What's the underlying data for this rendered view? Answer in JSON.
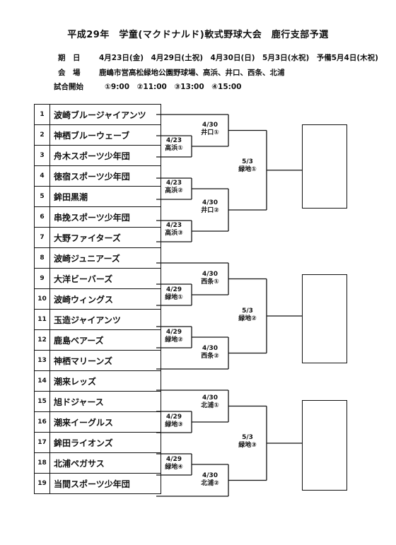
{
  "header": {
    "title": "平成29年　学童(マクドナルド)軟式野球大会　鹿行支部予選",
    "schedule_label": "期　日",
    "schedule_value": "4月23日(金)　4月29日(土祝)　4月30日(日)　5月3日(水祝)　予備5月4日(木祝)",
    "venue_label": "会　場",
    "venue_value": "鹿嶋市営高松緑地公園野球場、高浜、井口、西条、北浦",
    "start_label": "試合開始",
    "start_value": "①9:00　②11:00　③13:00　④15:00"
  },
  "teams": [
    {
      "no": "1",
      "name": "波崎ブルージャイアンツ"
    },
    {
      "no": "2",
      "name": "神栖ブルーウェーブ"
    },
    {
      "no": "3",
      "name": "舟木スポーツ少年団"
    },
    {
      "no": "4",
      "name": "徳宿スポーツ少年団"
    },
    {
      "no": "5",
      "name": "鉾田黒潮"
    },
    {
      "no": "6",
      "name": "串挽スポーツ少年団"
    },
    {
      "no": "7",
      "name": "大野ファイターズ"
    },
    {
      "no": "8",
      "name": "波崎ジュニアーズ"
    },
    {
      "no": "9",
      "name": "大洋ビーバーズ"
    },
    {
      "no": "10",
      "name": "波崎ウィングス"
    },
    {
      "no": "11",
      "name": "玉造ジャイアンツ"
    },
    {
      "no": "12",
      "name": "鹿島ベアーズ"
    },
    {
      "no": "13",
      "name": "神栖マリーンズ"
    },
    {
      "no": "14",
      "name": "潮来レッズ"
    },
    {
      "no": "15",
      "name": "旭ドジャース"
    },
    {
      "no": "16",
      "name": "潮来イーグルス"
    },
    {
      "no": "17",
      "name": "鉾田ライオンズ"
    },
    {
      "no": "18",
      "name": "北浦ペガサス"
    },
    {
      "no": "19",
      "name": "当間スポーツ少年団"
    }
  ],
  "matches": {
    "r1_23": {
      "date": "4/23",
      "place": "高浜①"
    },
    "r1_45": {
      "date": "4/23",
      "place": "高浜②"
    },
    "r1_67": {
      "date": "4/23",
      "place": "高浜③"
    },
    "r1_910": {
      "date": "4/29",
      "place": "緑地①"
    },
    "r1_1112": {
      "date": "4/29",
      "place": "緑地②"
    },
    "r1_1516": {
      "date": "4/29",
      "place": "緑地③"
    },
    "r1_1718": {
      "date": "4/29",
      "place": "緑地④"
    },
    "r2_a": {
      "date": "4/30",
      "place": "井口①"
    },
    "r2_b": {
      "date": "4/30",
      "place": "井口②"
    },
    "r2_c": {
      "date": "4/30",
      "place": "西条①"
    },
    "r2_d": {
      "date": "4/30",
      "place": "西条②"
    },
    "r2_e": {
      "date": "4/30",
      "place": "北浦①"
    },
    "r2_f": {
      "date": "4/30",
      "place": "北浦②"
    },
    "sf_1": {
      "date": "5/3",
      "place": "緑地①"
    },
    "sf_2": {
      "date": "5/3",
      "place": "緑地②"
    },
    "sf_3": {
      "date": "5/3",
      "place": "緑地③"
    }
  }
}
